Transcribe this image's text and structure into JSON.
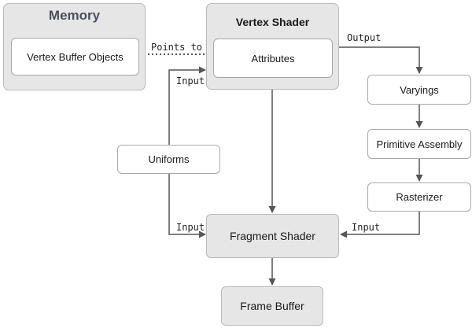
{
  "memory": {
    "title": "Memory",
    "vbo_label": "Vertex Buffer Objects"
  },
  "vertex_shader": {
    "title": "Vertex Shader",
    "attributes_label": "Attributes"
  },
  "nodes": {
    "uniforms": "Uniforms",
    "varyings": "Varyings",
    "primitive_assembly": "Primitive Assembly",
    "rasterizer": "Rasterizer",
    "fragment_shader": "Fragment Shader",
    "frame_buffer": "Frame Buffer"
  },
  "edge_labels": {
    "points_to": "Points to",
    "output": "Output",
    "input_top": "Input",
    "input_left": "Input",
    "input_right": "Input"
  },
  "colors": {
    "panel_fill": "#e6e6e6",
    "box_border": "#a9a9a9",
    "arrow": "#555555"
  }
}
